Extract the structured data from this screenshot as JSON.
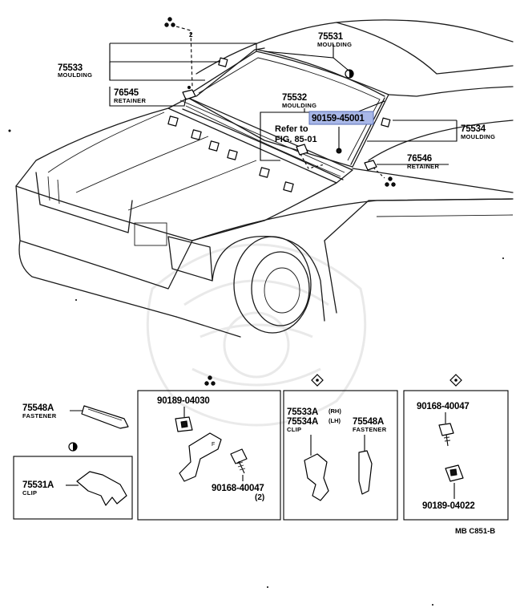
{
  "labels": {
    "p75531": "75531",
    "p75531_sub": "MOULDING",
    "p75533": "75533",
    "p75533_sub": "MOULDING",
    "p76545": "76545",
    "p76545_sub": "RETAINER",
    "p75532": "75532",
    "p75532_sub": "MOULDING",
    "p90159": "90159-45001",
    "refer1": "Refer to",
    "refer2": "FIG. 85-01",
    "p75534": "75534",
    "p75534_sub": "MOULDING",
    "p76546": "76546",
    "p76546_sub": "RETAINER",
    "p75548A_left": "75548A",
    "p75548A_left_sub": "FASTENER",
    "p75531A": "75531A",
    "p75531A_sub": "CLIP",
    "p90189_04030": "90189-04030",
    "p90168_40047_a": "90168-40047",
    "p90168_qty": "(2)",
    "p75533A": "75533A",
    "p75533A_side": "(RH)",
    "p75534A": "75534A",
    "p75534A_side": "(LH)",
    "clip_sub": "CLIP",
    "p75548A_right": "75548A",
    "p75548A_right_sub": "FASTENER",
    "p90168_40047_b": "90168-40047",
    "p90189_04022": "90189-04022",
    "ref_code": "MB  C851-B",
    "misc_mark": "2"
  },
  "colors": {
    "highlight": "#a9b8e8",
    "ink": "#000000",
    "watermark": "#d8d8d8"
  },
  "symbols": {
    "dots_triangle": "three-dots-triangle-icon",
    "half_circle": "half-filled-circle-icon",
    "diamond": "diamond-dot-icon"
  }
}
